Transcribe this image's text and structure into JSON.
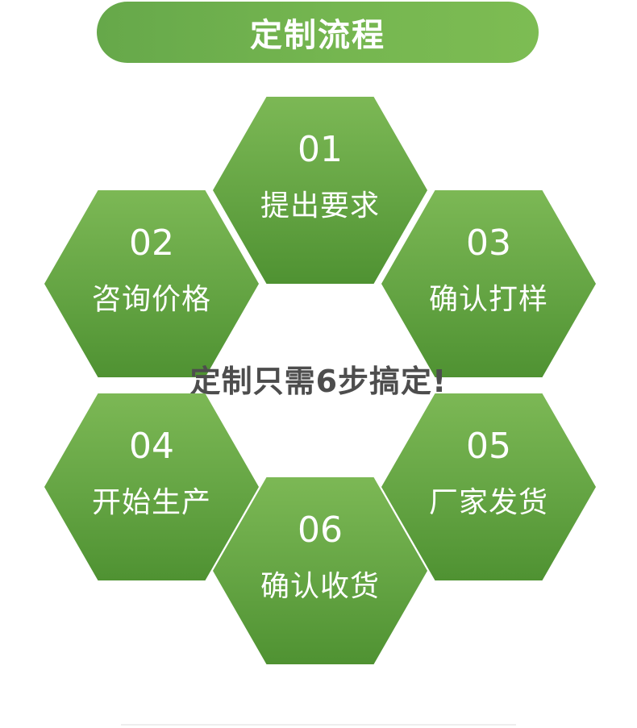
{
  "title": "定制流程",
  "tagline": "定制只需6步搞定!",
  "colors": {
    "accent_green": "#6bac4a",
    "text_dark": "#4d4d4d",
    "text_light": "#ffffff"
  },
  "steps": [
    {
      "number": "01",
      "label": "提出要求"
    },
    {
      "number": "02",
      "label": "咨询价格"
    },
    {
      "number": "03",
      "label": "确认打样"
    },
    {
      "number": "04",
      "label": "开始生产"
    },
    {
      "number": "05",
      "label": "厂家发货"
    },
    {
      "number": "06",
      "label": "确认收货"
    }
  ]
}
